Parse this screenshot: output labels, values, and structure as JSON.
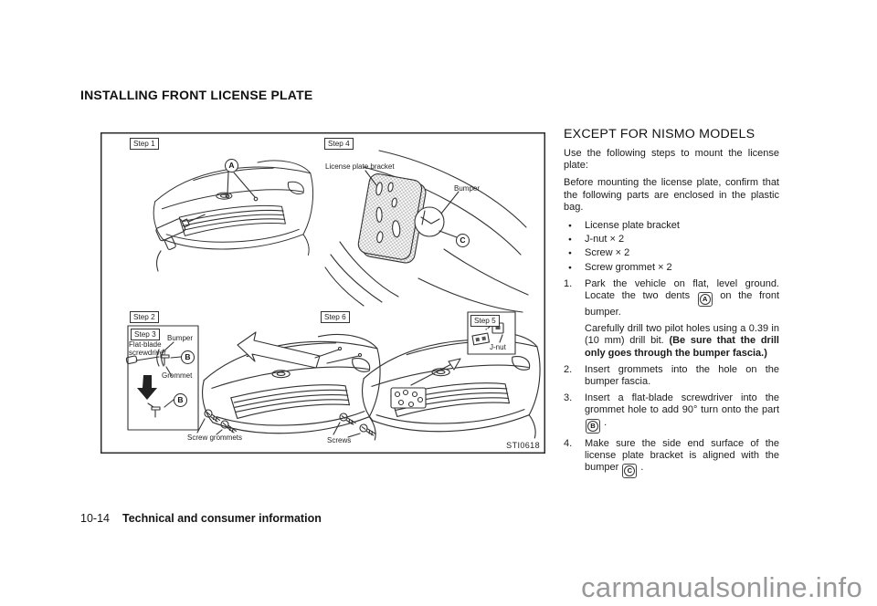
{
  "page": {
    "section_heading": "INSTALLING FRONT LICENSE PLATE",
    "watermark": "carmanualsonline.info"
  },
  "footer": {
    "page_number": "10-14",
    "title": "Technical and consumer information"
  },
  "callouts": {
    "a": "A",
    "b": "B",
    "c": "C"
  },
  "figure": {
    "code": "STI0618",
    "steps": {
      "step1": "Step 1",
      "step2": "Step 2",
      "step3": "Step 3",
      "step4": "Step 4",
      "step5": "Step 5",
      "step6": "Step 6"
    },
    "labels": {
      "license_plate_bracket": "License plate bracket",
      "bumper_step4": "Bumper",
      "bumper_step3": "Bumper",
      "flat_blade_line1": "Flat-blade",
      "flat_blade_line2": "screwdriver",
      "grommet": "Grommet",
      "screw_grommets": "Screw grommets",
      "screws": "Screws",
      "j_nut": "J-nut"
    }
  },
  "article": {
    "heading": "EXCEPT FOR NISMO MODELS",
    "intro1": "Use the following steps to mount the license plate:",
    "intro2": "Before mounting the license plate, confirm that the following parts are enclosed in the plastic bag.",
    "parts": [
      "License plate bracket",
      "J-nut × 2",
      "Screw × 2",
      "Screw grommet × 2"
    ],
    "steps": [
      {
        "num": "1.",
        "pre": "Park the vehicle on flat, level ground. Locate the two dents",
        "post": "on the front bumper.",
        "extra_normal": "Carefully drill two pilot holes using a 0.39 in (10 mm) drill bit. ",
        "extra_bold": "(Be sure that the drill only goes through the bumper fascia.)"
      },
      {
        "num": "2.",
        "pre": "Insert grommets into the hole on the bumper fascia."
      },
      {
        "num": "3.",
        "pre": "Insert a flat-blade screwdriver into the grommet hole to add 90° turn onto the part",
        "post": "."
      },
      {
        "num": "4.",
        "pre": "Make sure the side end surface of the license plate bracket is aligned with the bumper",
        "post": "."
      }
    ]
  }
}
